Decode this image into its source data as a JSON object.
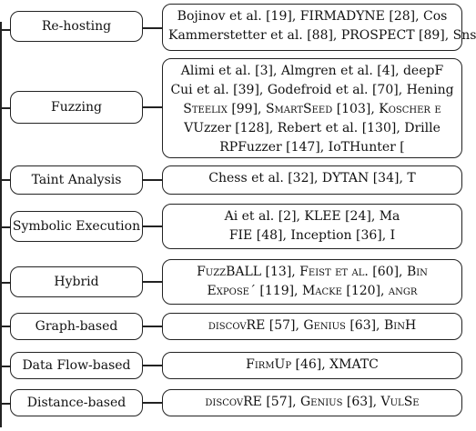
{
  "categories": [
    {
      "label": "Re-hosting",
      "lines": [
        "Bojinov et al. [19], FIRMADYNE [28], Cos",
        "Kammerstetter et al. [88], PROSPECT [89], Sns"
      ]
    },
    {
      "label": "Fuzzing",
      "lines": [
        "Alimi et al. [3], Almgren et al. [4], deepF",
        "Cui et al. [39], Godefroid et al. [70], Hening",
        "Steelix [99], SmartSeed [103], Koscher e",
        "VUzzer [128], Rebert et al. [130], Drille",
        "RPFuzzer [147], IoTHunter ["
      ]
    },
    {
      "label": "Taint Analysis",
      "lines": [
        "Chess et al. [32], DYTAN [34], T"
      ]
    },
    {
      "label": "Symbolic Execution",
      "lines": [
        "Ai et al. [2], KLEE [24], Ma",
        "FIE [48], Inception [36], I"
      ]
    },
    {
      "label": "Hybrid",
      "lines": [
        "FuzzBALL [13], Feist et al. [60], Bin",
        "Expose´ [119], Macke [120], angr"
      ]
    },
    {
      "label": "Graph-based",
      "lines": [
        "discovRE [57], Genius [63], BinH"
      ]
    },
    {
      "label": "Data Flow-based",
      "lines": [
        "FirmUp [46], XMATC"
      ]
    },
    {
      "label": "Distance-based",
      "lines": [
        "discovRE [57], Genius [63], VulSe"
      ]
    }
  ]
}
